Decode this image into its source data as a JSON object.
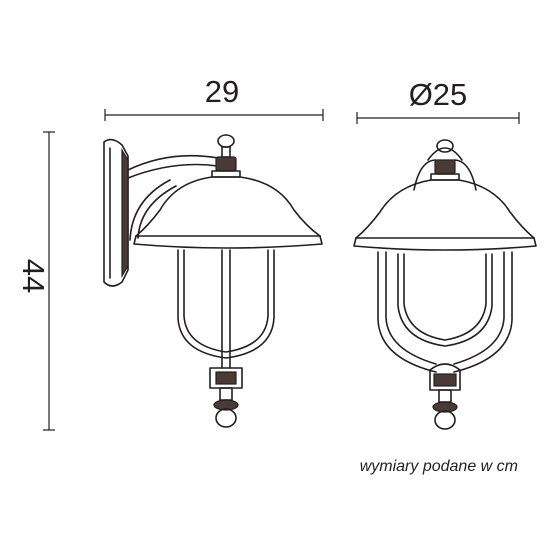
{
  "dimensions": {
    "width_label": "29",
    "diameter_label": "Ø25",
    "height_label": "44",
    "units": "cm"
  },
  "note": "wymiary podane w cm",
  "colors": {
    "line": "#231f20",
    "fill_dark": "#4a3a36",
    "background": "#ffffff"
  }
}
